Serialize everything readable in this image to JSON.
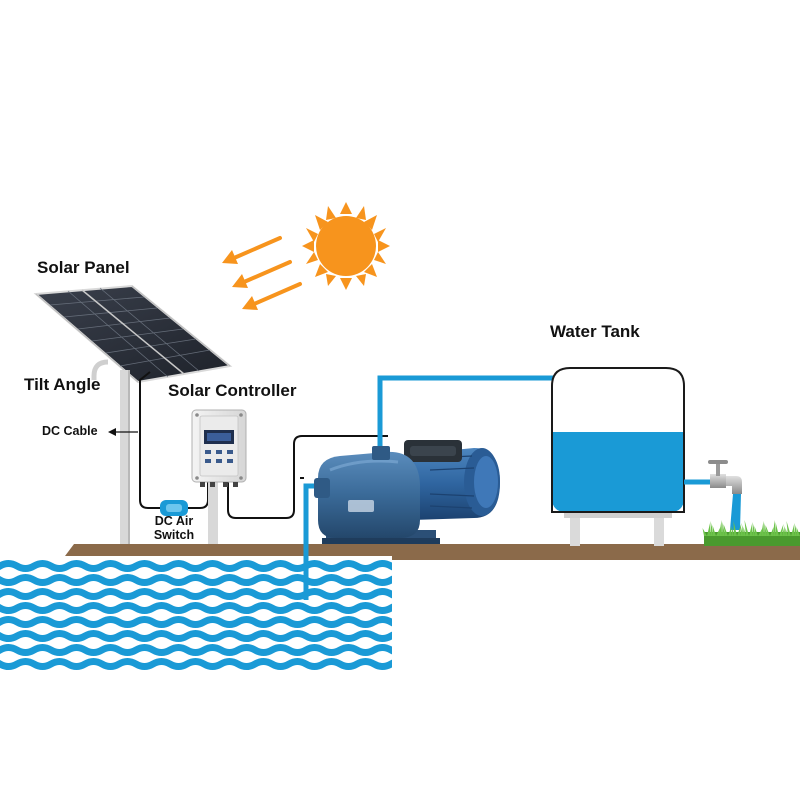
{
  "labels": {
    "solar_panel": "Solar Panel",
    "tilt_angle": "Tilt Angle",
    "dc_cable": "DC Cable",
    "solar_controller": "Solar Controller",
    "dc_air_switch_line1": "DC Air",
    "dc_air_switch_line2": "Switch",
    "water_tank": "Water Tank"
  },
  "colors": {
    "water": "#1a9ad6",
    "sun": "#f7941d",
    "ground": "#8b6a4a",
    "pipe": "#1a9ad6",
    "pump": "#3e6f9e",
    "panel": "#2a2f3a",
    "grass": "#5fb53a"
  },
  "icons": [
    "sun-icon",
    "sunlight-arrow-icon",
    "solar-panel-icon",
    "controller-icon",
    "air-switch-icon",
    "pump-icon",
    "water-tank-icon",
    "faucet-icon",
    "grass-icon",
    "water-waves-icon"
  ]
}
